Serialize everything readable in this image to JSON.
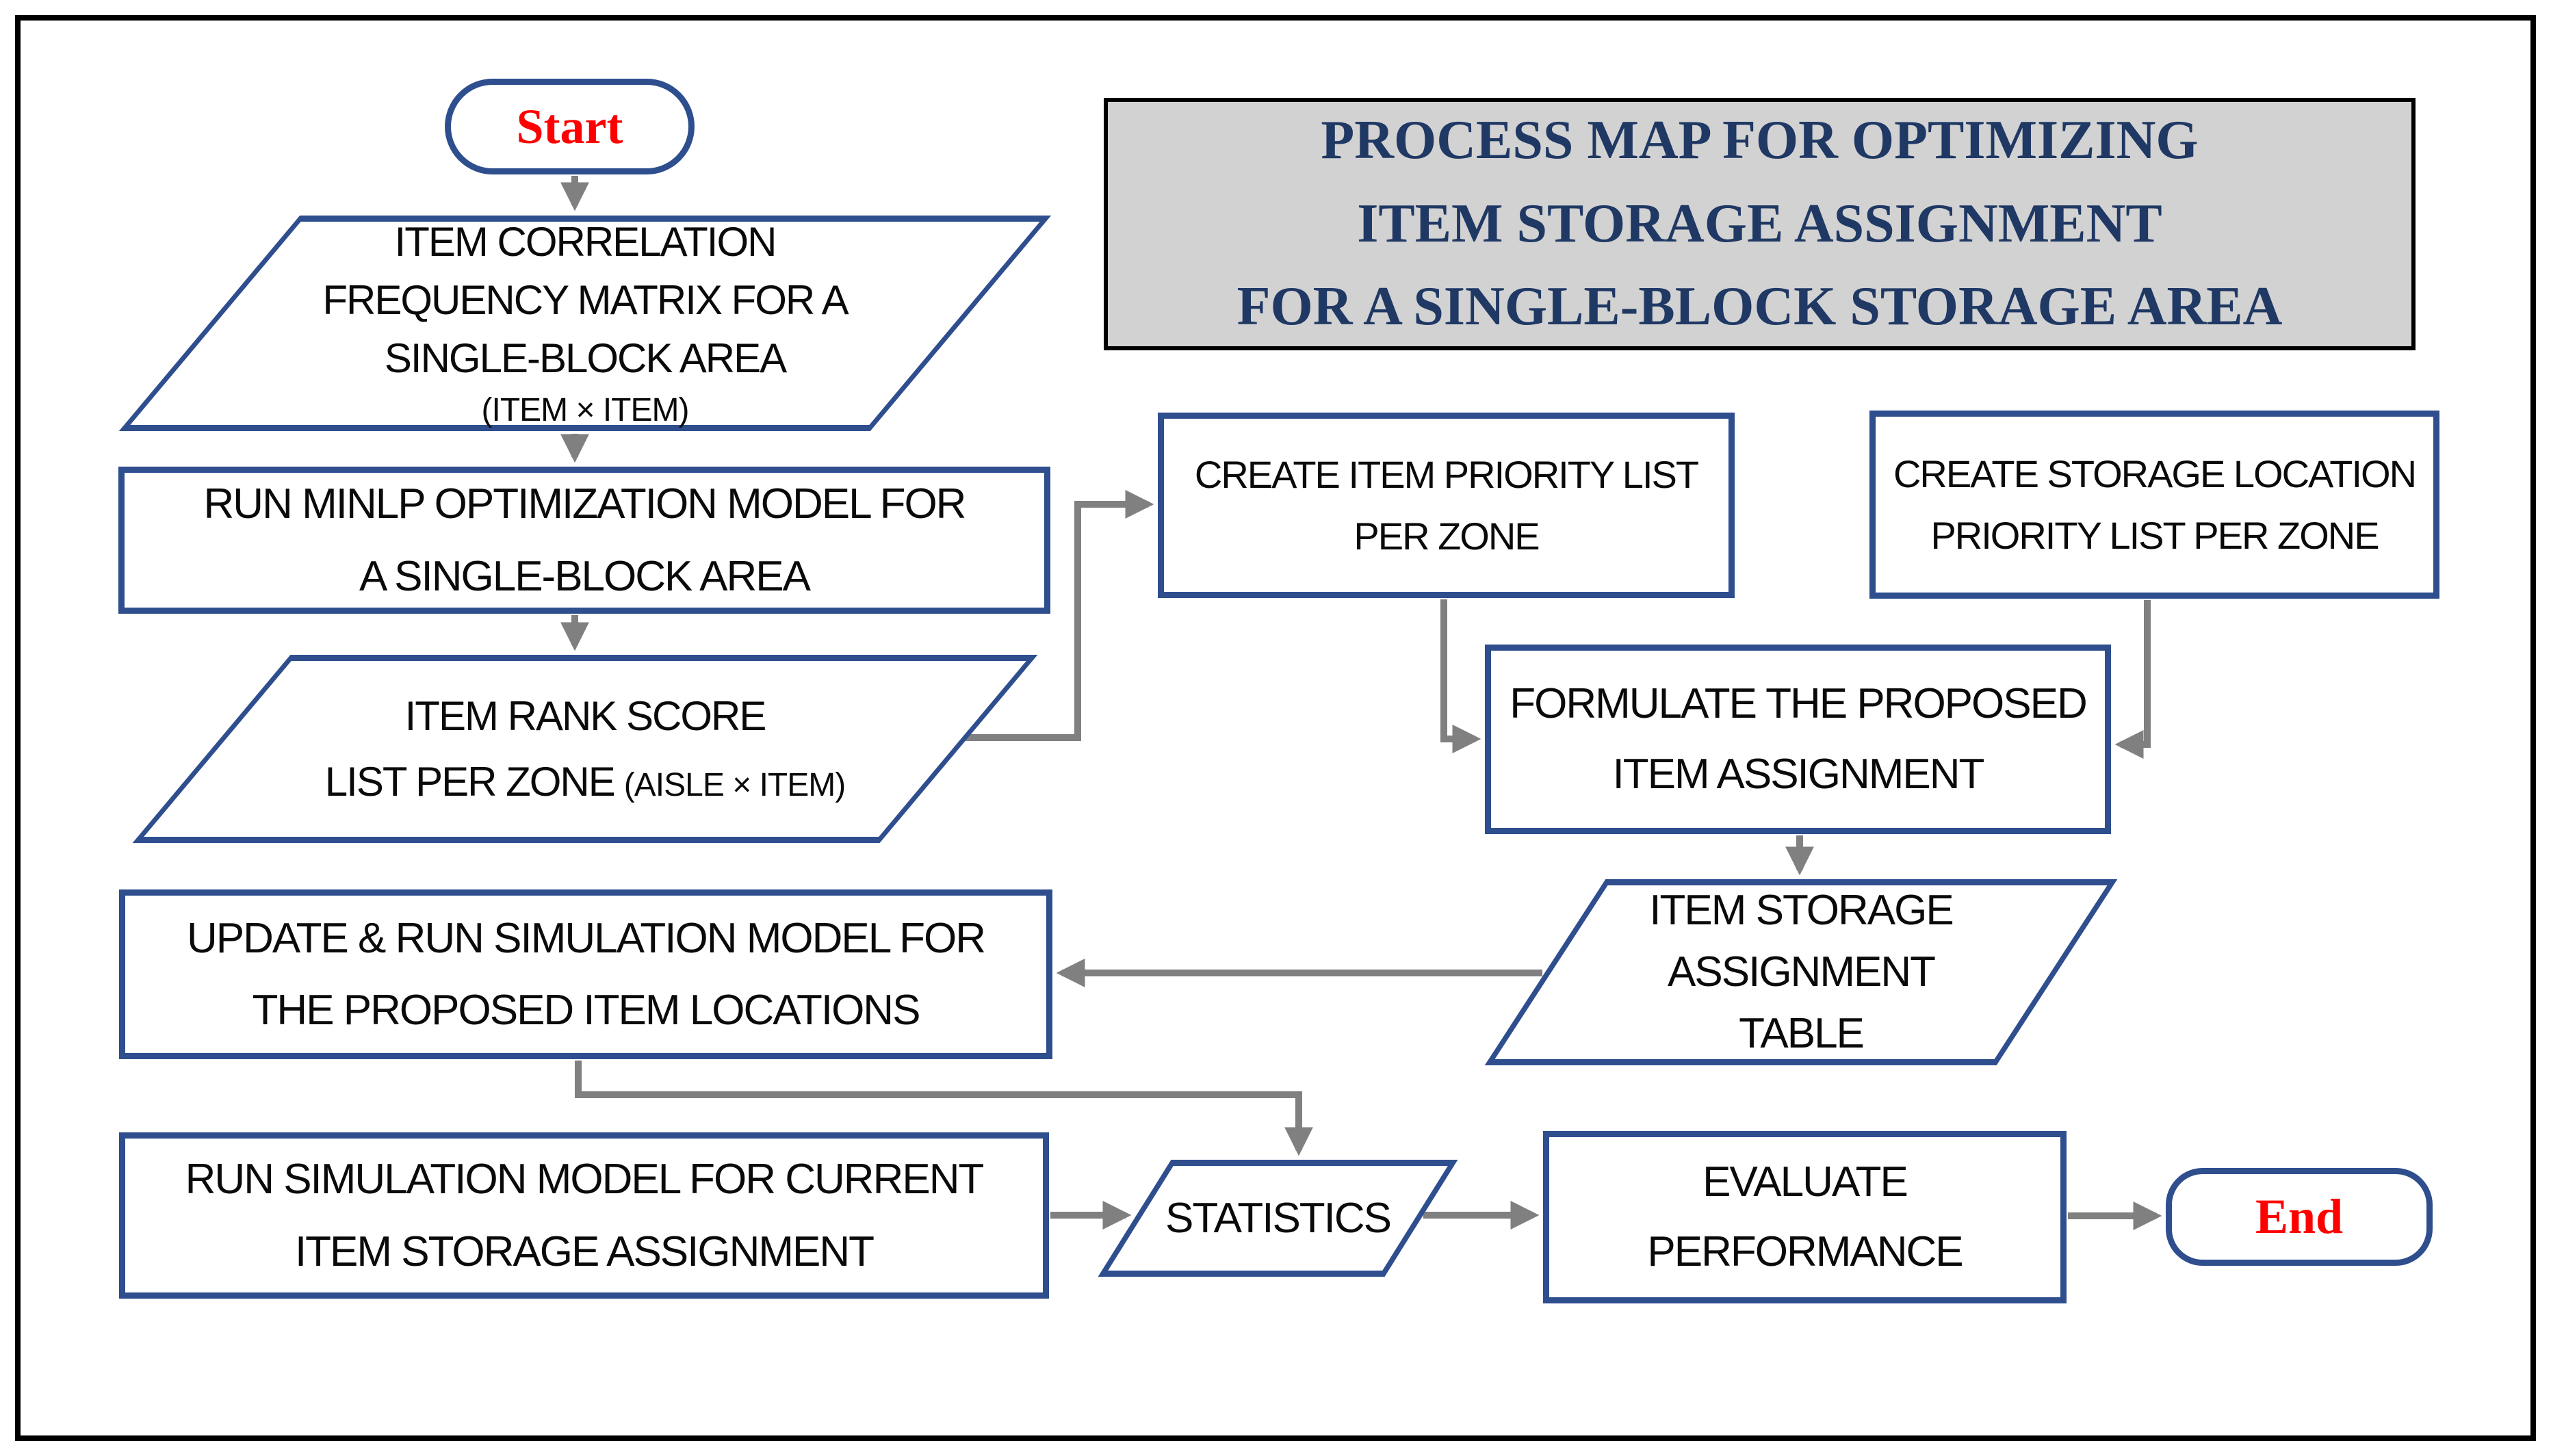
{
  "colors": {
    "shape_border": "#2e4e8e",
    "arrow": "#808080",
    "title_text": "#1f3864",
    "title_fill": "#d2d2d2",
    "terminal_text": "#ff0000",
    "node_text": "#0a0a0a",
    "frame": "#000000"
  },
  "title": {
    "lines": [
      "PROCESS MAP FOR OPTIMIZING",
      "ITEM STORAGE ASSIGNMENT",
      "FOR  A SINGLE-BLOCK STORAGE AREA"
    ],
    "text": "PROCESS MAP FOR OPTIMIZING\nITEM STORAGE ASSIGNMENT\nFOR  A SINGLE-BLOCK STORAGE AREA"
  },
  "nodes": {
    "start": {
      "label": "Start",
      "type": "terminator"
    },
    "item_correlation": {
      "type": "data-parallelogram",
      "lines": [
        "ITEM CORRELATION",
        "FREQUENCY MATRIX FOR A",
        "SINGLE-BLOCK AREA"
      ],
      "note": "(ITEM × ITEM)"
    },
    "run_minlp": {
      "type": "process",
      "lines": [
        "RUN MINLP OPTIMIZATION MODEL FOR",
        "A SINGLE-BLOCK AREA"
      ]
    },
    "item_rank": {
      "type": "data-parallelogram",
      "line1": "ITEM RANK SCORE",
      "line2": "LIST PER ZONE",
      "note": "(AISLE × ITEM)"
    },
    "create_item_priority": {
      "type": "process",
      "lines": [
        "CREATE ITEM PRIORITY LIST",
        "PER ZONE"
      ]
    },
    "create_storage_priority": {
      "type": "process",
      "lines": [
        "CREATE STORAGE LOCATION",
        "PRIORITY LIST PER ZONE"
      ]
    },
    "formulate": {
      "type": "process",
      "lines": [
        "FORMULATE THE PROPOSED",
        "ITEM ASSIGNMENT"
      ]
    },
    "assignment_table": {
      "type": "data-parallelogram",
      "lines": [
        "ITEM STORAGE",
        "ASSIGNMENT",
        "TABLE"
      ]
    },
    "update_run_sim": {
      "type": "process",
      "lines": [
        "UPDATE & RUN SIMULATION MODEL FOR",
        "THE PROPOSED ITEM LOCATIONS"
      ]
    },
    "run_sim_current": {
      "type": "process",
      "lines": [
        "RUN SIMULATION MODEL FOR CURRENT",
        "ITEM STORAGE ASSIGNMENT"
      ]
    },
    "statistics": {
      "type": "data-parallelogram",
      "label": "STATISTICS"
    },
    "evaluate": {
      "type": "process",
      "lines": [
        "EVALUATE",
        "PERFORMANCE"
      ]
    },
    "end": {
      "label": "End",
      "type": "terminator"
    }
  }
}
